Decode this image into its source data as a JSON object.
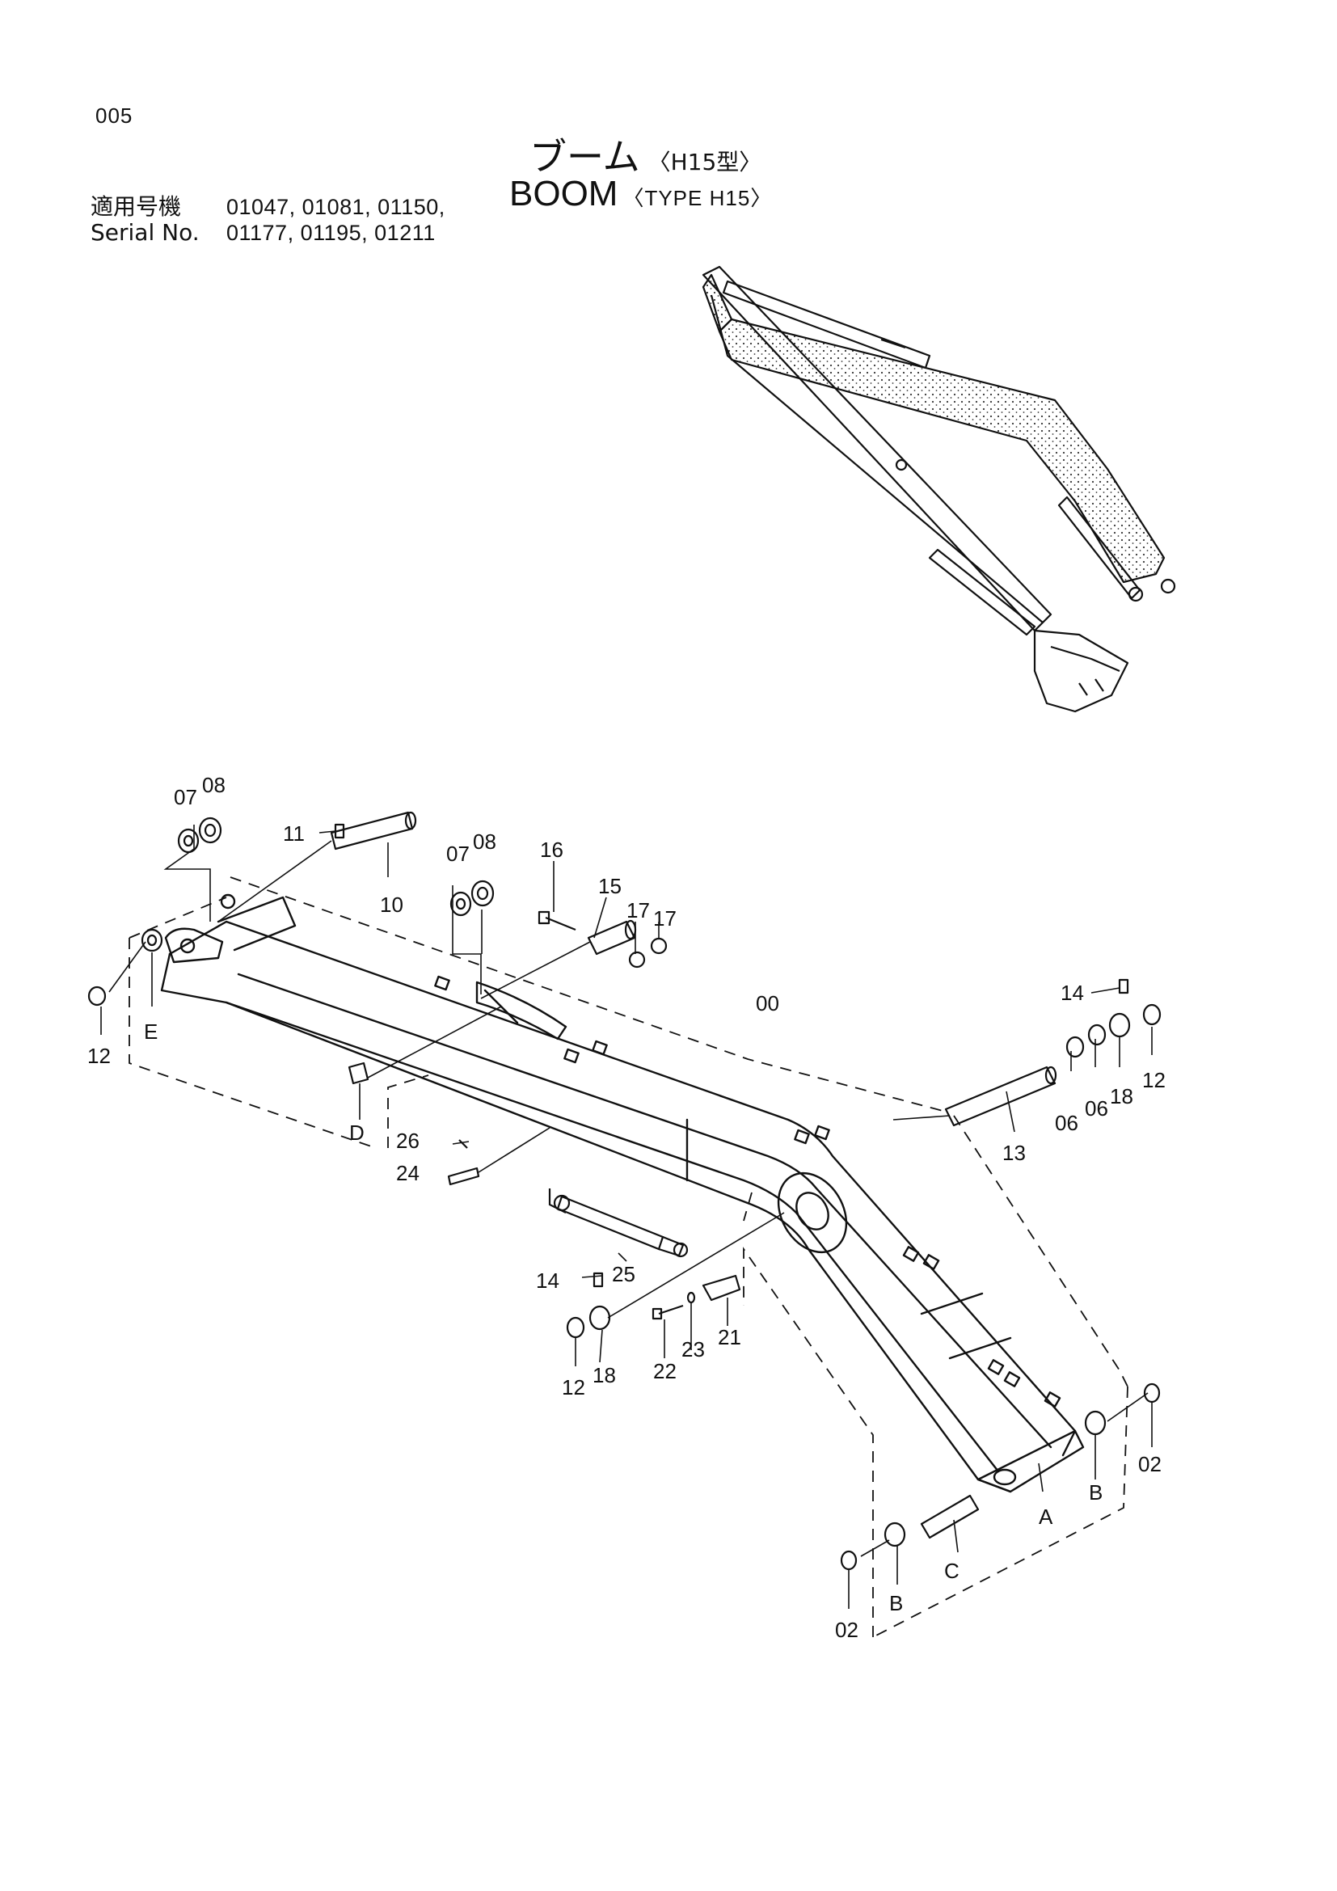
{
  "header": {
    "page_number": "005",
    "title_ja": "ブーム",
    "title_ja_type": "〈H15型〉",
    "title_en": "BOOM",
    "title_en_type": "〈TYPE H15〉"
  },
  "serial": {
    "label_ja": "適用号機",
    "label_en": "Serial No.",
    "line1": "01047, 01081, 01150,",
    "line2": "01177, 01195, 01211"
  },
  "callouts": [
    {
      "id": "c-07a",
      "text": "07"
    },
    {
      "id": "c-08a",
      "text": "08"
    },
    {
      "id": "c-11",
      "text": "11"
    },
    {
      "id": "c-10",
      "text": "10"
    },
    {
      "id": "c-07b",
      "text": "07"
    },
    {
      "id": "c-08b",
      "text": "08"
    },
    {
      "id": "c-16",
      "text": "16"
    },
    {
      "id": "c-15",
      "text": "15"
    },
    {
      "id": "c-17a",
      "text": "17"
    },
    {
      "id": "c-17b",
      "text": "17"
    },
    {
      "id": "c-00",
      "text": "00"
    },
    {
      "id": "c-14a",
      "text": "14"
    },
    {
      "id": "c-12a",
      "text": "12"
    },
    {
      "id": "c-Ea",
      "text": "E"
    },
    {
      "id": "c-Da",
      "text": "D"
    },
    {
      "id": "c-26",
      "text": "26"
    },
    {
      "id": "c-24",
      "text": "24"
    },
    {
      "id": "c-06a",
      "text": "06"
    },
    {
      "id": "c-06b",
      "text": "06"
    },
    {
      "id": "c-18a",
      "text": "18"
    },
    {
      "id": "c-12b",
      "text": "12"
    },
    {
      "id": "c-13",
      "text": "13"
    },
    {
      "id": "c-25",
      "text": "25"
    },
    {
      "id": "c-14b",
      "text": "14"
    },
    {
      "id": "c-12c",
      "text": "12"
    },
    {
      "id": "c-18b",
      "text": "18"
    },
    {
      "id": "c-22",
      "text": "22"
    },
    {
      "id": "c-23",
      "text": "23"
    },
    {
      "id": "c-21",
      "text": "21"
    },
    {
      "id": "c-A",
      "text": "A"
    },
    {
      "id": "c-Ba",
      "text": "B"
    },
    {
      "id": "c-02a",
      "text": "02"
    },
    {
      "id": "c-C",
      "text": "C"
    },
    {
      "id": "c-Bb",
      "text": "B"
    },
    {
      "id": "c-02b",
      "text": "02"
    }
  ]
}
